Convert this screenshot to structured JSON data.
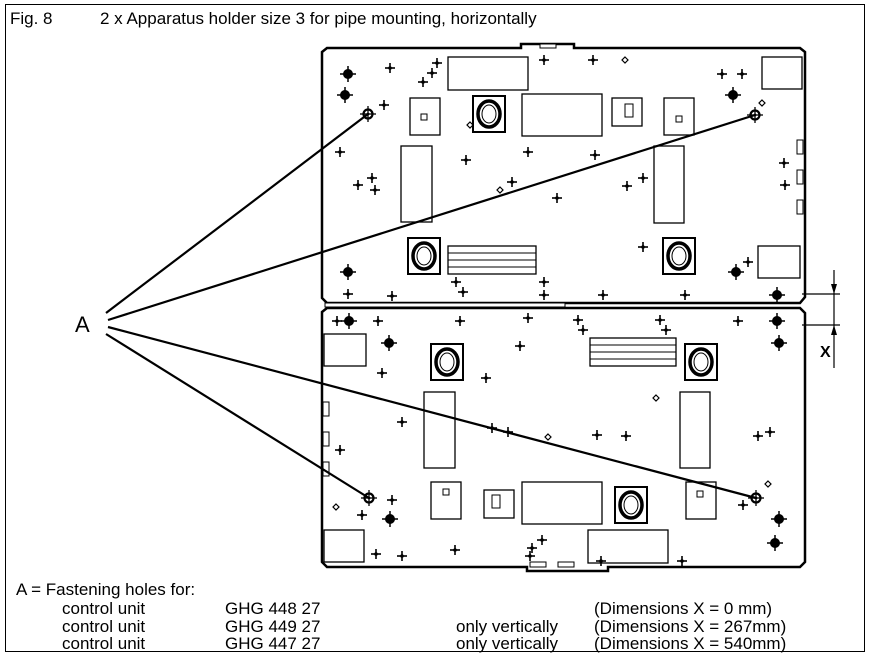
{
  "figure": {
    "number": "Fig. 8",
    "title": "2 x Apparatus holder size 3 for pipe mounting, horizontally"
  },
  "callout_label": "A",
  "dimension_label": "X",
  "legend": {
    "heading": "A =  Fastening holes for:",
    "rows": [
      {
        "device": "control unit",
        "model": "GHG 448 27",
        "note": "",
        "dimension": "(Dimensions X = 0 mm)"
      },
      {
        "device": "control unit",
        "model": "GHG 449 27",
        "note": "only vertically",
        "dimension": "(Dimensions X = 267mm)"
      },
      {
        "device": "control unit",
        "model": "GHG 447 27",
        "note": "only vertically",
        "dimension": "(Dimensions X = 540mm)"
      }
    ]
  }
}
